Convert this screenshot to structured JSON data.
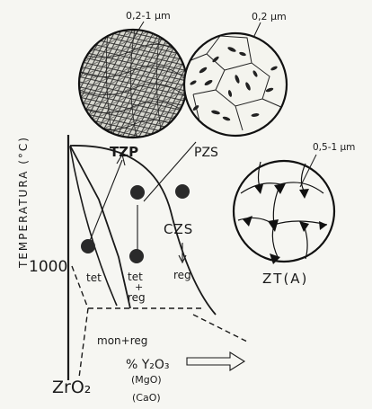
{
  "labels": {
    "size_tzp": "0,2-1 µm",
    "size_pzs": "0,2 µm",
    "size_zta": "0,5-1 µm",
    "tzp": "TZP",
    "pzs": "PZS",
    "czs": "CZS",
    "zta": "ZT(A)",
    "y_axis": "TEMPERATURA (°C)",
    "t1000": "1000",
    "tet": "tet",
    "tet2": "tet",
    "plus": "+",
    "reg": "reg",
    "reg2": "reg",
    "monreg": "mon+reg",
    "zro2": "ZrO₂",
    "x_axis": "% Y₂O₃",
    "mgo": "(MgO)",
    "cao": "(CaO)"
  },
  "colors": {
    "ink": "#1a1a1a",
    "paper": "#f6f6f2",
    "marker": "#2a2a2a"
  }
}
